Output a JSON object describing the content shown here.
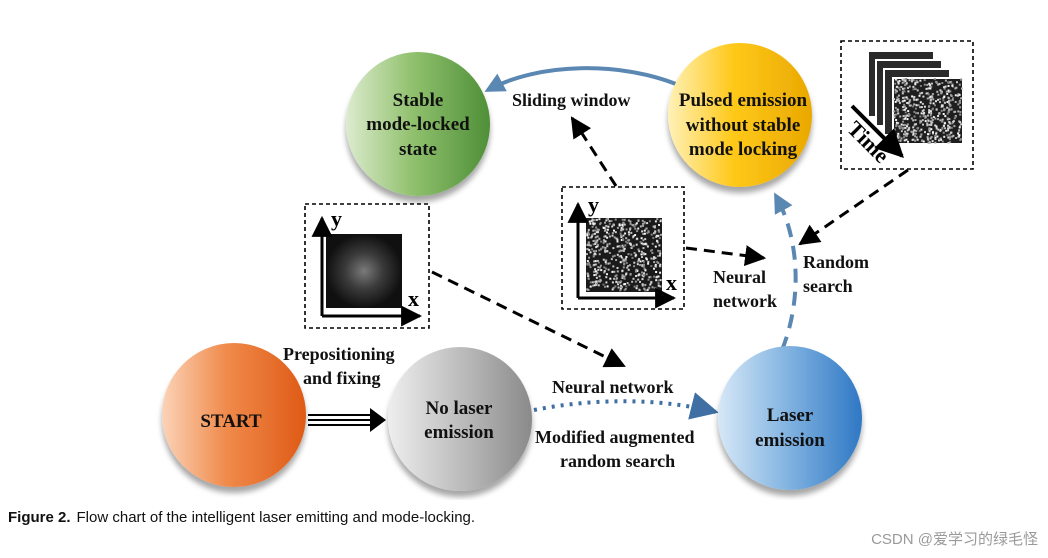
{
  "nodes": {
    "stable": [
      "Stable",
      "mode-locked",
      "state"
    ],
    "pulsed": [
      "Pulsed emission",
      "without stable",
      "mode locking"
    ],
    "start": [
      "START"
    ],
    "no_laser": [
      "No laser",
      "emission"
    ],
    "laser": [
      "Laser",
      "emission"
    ]
  },
  "edges": {
    "sliding_window": "Sliding window",
    "prepositioning": [
      "Prepositioning",
      "and fixing"
    ],
    "neural_network_top": "Neural network",
    "modified_search": [
      "Modified augmented",
      "random search"
    ],
    "neural_network_mid": [
      "Neural",
      "network"
    ],
    "random_search": [
      "Random",
      "search"
    ]
  },
  "insets": {
    "time_label": "Time",
    "axis_y": "y",
    "axis_x": "x"
  },
  "caption": {
    "lead": "Figure 2.",
    "text": "Flow chart of the intelligent laser emitting and mode-locking."
  },
  "watermark": "CSDN @爱学习的绿毛怪",
  "colors": {
    "stable_node": "#6aa84f",
    "pulsed_node": "#f1b300",
    "start_node": "#e8631f",
    "no_laser_node": "#9a9a9a",
    "laser_node": "#3f86cf",
    "blue_arrow": "#5b87b3"
  }
}
